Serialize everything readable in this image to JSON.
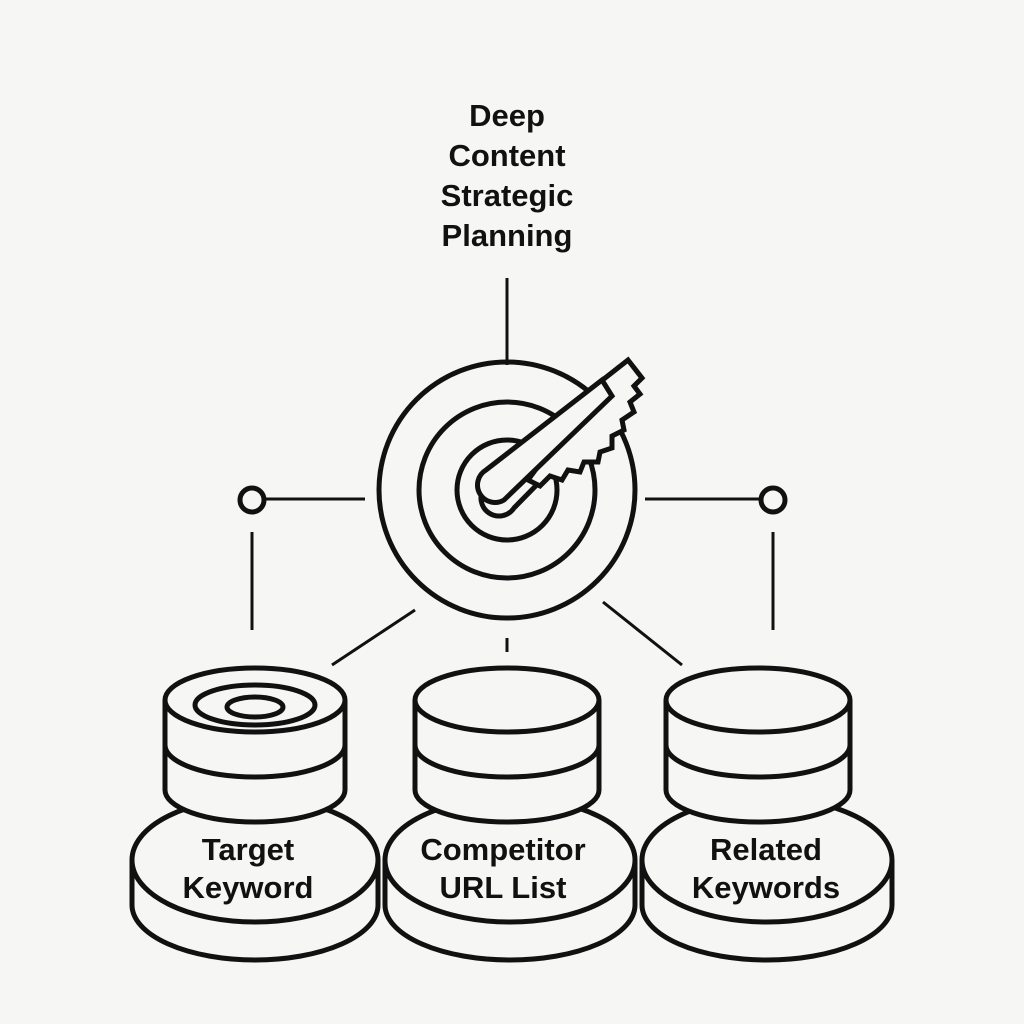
{
  "title": {
    "lines": [
      "Deep",
      "Content",
      "Strategic",
      "Planning"
    ]
  },
  "center_icon": "target-with-key-icon",
  "nodes": [
    {
      "lines": [
        "Target",
        "Keyword"
      ],
      "icon": "database-target-icon"
    },
    {
      "lines": [
        "Competitor",
        "URL List"
      ],
      "icon": "database-icon"
    },
    {
      "lines": [
        "Related",
        "Keywords"
      ],
      "icon": "database-icon"
    }
  ]
}
